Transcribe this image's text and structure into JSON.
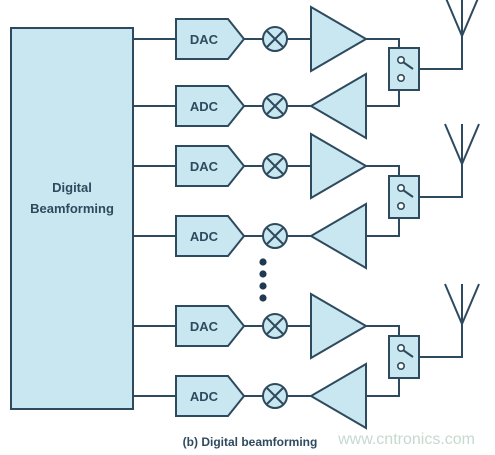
{
  "diagram": {
    "main_block_label_line1": "Digital",
    "main_block_label_line2": "Beamforming",
    "caption": "(b) Digital beamforming",
    "watermark": "www.cntronics.com",
    "channels": [
      {
        "converter": "DAC",
        "direction": "tx"
      },
      {
        "converter": "ADC",
        "direction": "rx"
      },
      {
        "converter": "DAC",
        "direction": "tx"
      },
      {
        "converter": "ADC",
        "direction": "rx"
      },
      {
        "converter": "DAC",
        "direction": "tx"
      },
      {
        "converter": "ADC",
        "direction": "rx"
      }
    ],
    "colors": {
      "fill": "#c9e7f0",
      "stroke": "#2e4a5e",
      "dots": "#1f3a50"
    }
  }
}
